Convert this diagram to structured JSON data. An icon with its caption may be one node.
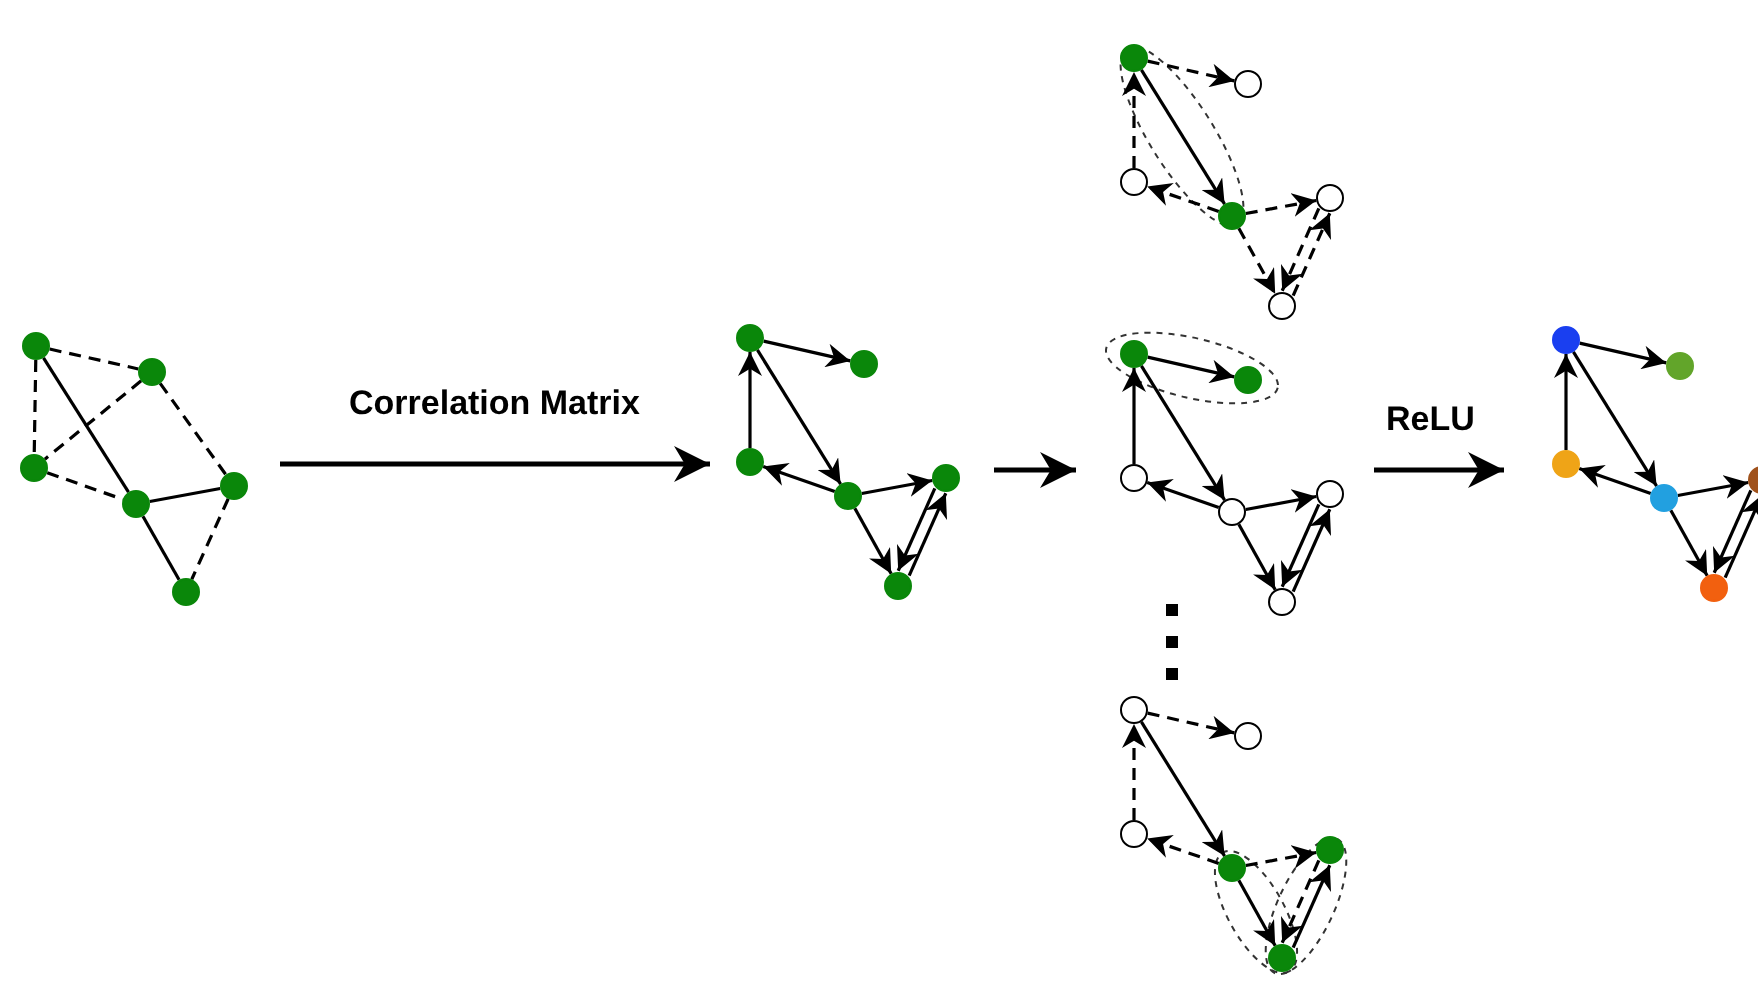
{
  "diagram": {
    "nodes": [
      {
        "text": [],
        "shape": "circle"
      },
      {
        "text": [],
        "shape": "circle"
      },
      {
        "text": [],
        "shape": "circle"
      },
      {
        "text": [],
        "shape": "circle"
      },
      {
        "text": [],
        "shape": "circle"
      },
      {
        "text": [],
        "shape": "circle"
      },
      {
        "text": [],
        "shape": "circle"
      },
      {
        "text": [],
        "shape": "circle"
      },
      {
        "text": [],
        "shape": "circle"
      },
      {
        "text": [],
        "shape": "circle"
      },
      {
        "text": [],
        "shape": "circle"
      },
      {
        "text": [],
        "shape": "circle"
      },
      {
        "text": [],
        "shape": "circle"
      },
      {
        "text": [],
        "shape": "circle"
      },
      {
        "text": [],
        "shape": "circle"
      },
      {
        "text": [],
        "shape": "circle"
      },
      {
        "text": [],
        "shape": "circle"
      },
      {
        "text": [],
        "shape": "circle"
      },
      {
        "text": [],
        "shape": "circle"
      },
      {
        "text": [],
        "shape": "circle"
      },
      {
        "text": [],
        "shape": "circle"
      },
      {
        "text": [],
        "shape": "circle"
      },
      {
        "text": [],
        "shape": "circle"
      },
      {
        "text": [],
        "shape": "circle"
      },
      {
        "text": [],
        "shape": "circle"
      },
      {
        "text": [],
        "shape": "circle"
      },
      {
        "text": [],
        "shape": "circle"
      },
      {
        "text": [],
        "shape": "circle"
      },
      {
        "text": [],
        "shape": "circle"
      },
      {
        "text": [],
        "shape": "circle"
      },
      {
        "text": [],
        "shape": "circle"
      },
      {
        "text": [],
        "shape": "circle"
      },
      {
        "text": [],
        "shape": "circle"
      },
      {
        "text": [],
        "shape": "circle"
      },
      {
        "text": [],
        "shape": "circle"
      },
      {
        "text": [],
        "shape": "circle"
      }
    ],
    "edges": [
      {
        "from": 0,
        "to": 1,
        "arrow": "none",
        "style": "dashed"
      },
      {
        "from": 0,
        "to": 2,
        "arrow": "none",
        "style": "dashed"
      },
      {
        "from": 0,
        "to": 3,
        "arrow": "none"
      },
      {
        "from": 1,
        "to": 2,
        "arrow": "none",
        "style": "dashed"
      },
      {
        "from": 1,
        "to": 4,
        "arrow": "none",
        "style": "dashed"
      },
      {
        "from": 2,
        "to": 3,
        "arrow": "none",
        "style": "dashed"
      },
      {
        "from": 3,
        "to": 4,
        "arrow": "none"
      },
      {
        "from": 4,
        "to": 5,
        "arrow": "none",
        "style": "dashed"
      },
      {
        "from": 3,
        "to": 5,
        "arrow": "none"
      },
      {
        "from": 6,
        "to": 7,
        "arrow": "to"
      },
      {
        "from": 8,
        "to": 6,
        "arrow": "to"
      },
      {
        "from": 6,
        "to": 9,
        "arrow": "to"
      },
      {
        "from": 9,
        "to": 8,
        "arrow": "to"
      },
      {
        "from": 9,
        "to": 10,
        "arrow": "to"
      },
      {
        "from": 9,
        "to": 11,
        "arrow": "to"
      },
      {
        "from": 11,
        "to": 10,
        "arrow": "to"
      },
      {
        "from": 10,
        "to": 11,
        "arrow": "to"
      },
      {
        "from": 12,
        "to": 13,
        "arrow": "to",
        "style": "dashed"
      },
      {
        "from": 14,
        "to": 12,
        "arrow": "to",
        "style": "dashed"
      },
      {
        "from": 12,
        "to": 15,
        "arrow": "to"
      },
      {
        "from": 15,
        "to": 14,
        "arrow": "to",
        "style": "dashed"
      },
      {
        "from": 15,
        "to": 16,
        "arrow": "to",
        "style": "dashed"
      },
      {
        "from": 15,
        "to": 17,
        "arrow": "to",
        "style": "dashed"
      },
      {
        "from": 17,
        "to": 16,
        "arrow": "to",
        "style": "dashed"
      },
      {
        "from": 16,
        "to": 17,
        "arrow": "to",
        "style": "dashed"
      },
      {
        "from": 18,
        "to": 19,
        "arrow": "to"
      },
      {
        "from": 20,
        "to": 18,
        "arrow": "to"
      },
      {
        "from": 18,
        "to": 21,
        "arrow": "to"
      },
      {
        "from": 21,
        "to": 20,
        "arrow": "to"
      },
      {
        "from": 21,
        "to": 22,
        "arrow": "to"
      },
      {
        "from": 21,
        "to": 23,
        "arrow": "to"
      },
      {
        "from": 23,
        "to": 22,
        "arrow": "to"
      },
      {
        "from": 22,
        "to": 23,
        "arrow": "to"
      },
      {
        "from": 24,
        "to": 25,
        "arrow": "to",
        "style": "dashed"
      },
      {
        "from": 26,
        "to": 24,
        "arrow": "to",
        "style": "dashed"
      },
      {
        "from": 24,
        "to": 27,
        "arrow": "to"
      },
      {
        "from": 27,
        "to": 26,
        "arrow": "to",
        "style": "dashed"
      },
      {
        "from": 27,
        "to": 28,
        "arrow": "to",
        "style": "dashed"
      },
      {
        "from": 27,
        "to": 29,
        "arrow": "to"
      },
      {
        "from": 29,
        "to": 28,
        "arrow": "to"
      },
      {
        "from": 28,
        "to": 29,
        "arrow": "to",
        "style": "dashed"
      },
      {
        "from": 30,
        "to": 31,
        "arrow": "to"
      },
      {
        "from": 32,
        "to": 30,
        "arrow": "to"
      },
      {
        "from": 30,
        "to": 33,
        "arrow": "to"
      },
      {
        "from": 33,
        "to": 32,
        "arrow": "to"
      },
      {
        "from": 33,
        "to": 34,
        "arrow": "to"
      },
      {
        "from": 33,
        "to": 35,
        "arrow": "to"
      },
      {
        "from": 35,
        "to": 34,
        "arrow": "to"
      },
      {
        "from": 34,
        "to": 35,
        "arrow": "to"
      }
    ],
    "labels": [
      "Correlation Matrix",
      "ReLU"
    ]
  }
}
